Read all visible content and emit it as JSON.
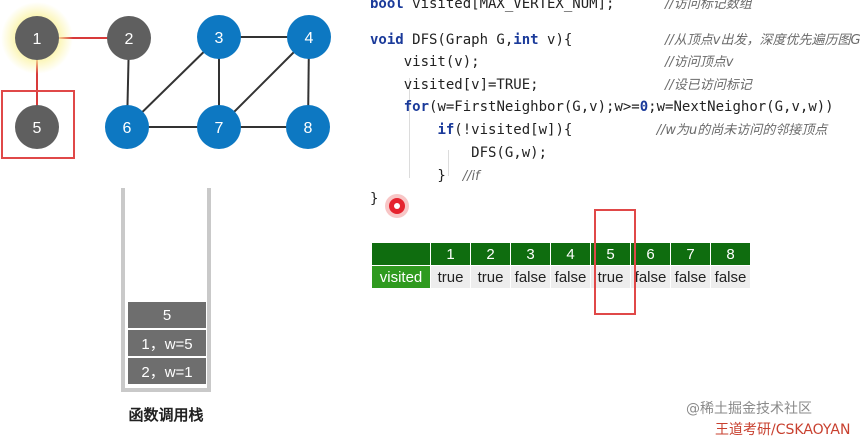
{
  "colors": {
    "visited_node": "#5f5f5f",
    "unvisited_node": "#0d78c2",
    "tree_edge": "#d83a3a",
    "normal_edge": "#333333",
    "current_glow": "#fbf3a2",
    "highlight_box": "#e04848"
  },
  "graph": {
    "nodes": [
      {
        "id": "1",
        "label": "1",
        "state": "visited"
      },
      {
        "id": "2",
        "label": "2",
        "state": "visited"
      },
      {
        "id": "3",
        "label": "3",
        "state": "unvisited"
      },
      {
        "id": "4",
        "label": "4",
        "state": "unvisited"
      },
      {
        "id": "5",
        "label": "5",
        "state": "visited"
      },
      {
        "id": "6",
        "label": "6",
        "state": "unvisited"
      },
      {
        "id": "7",
        "label": "7",
        "state": "unvisited"
      },
      {
        "id": "8",
        "label": "8",
        "state": "unvisited"
      }
    ],
    "edges": [
      {
        "from": "1",
        "to": "2",
        "tree": true
      },
      {
        "from": "1",
        "to": "5",
        "tree": true
      },
      {
        "from": "2",
        "to": "6",
        "tree": false
      },
      {
        "from": "3",
        "to": "4",
        "tree": false
      },
      {
        "from": "3",
        "to": "6",
        "tree": false
      },
      {
        "from": "3",
        "to": "7",
        "tree": false
      },
      {
        "from": "4",
        "to": "7",
        "tree": false
      },
      {
        "from": "4",
        "to": "8",
        "tree": false
      },
      {
        "from": "6",
        "to": "7",
        "tree": false
      },
      {
        "from": "7",
        "to": "8",
        "tree": false
      }
    ]
  },
  "stack": {
    "frames": [
      "5",
      "1，w=5",
      "2，w=1"
    ],
    "caption": "函数调用栈"
  },
  "code": {
    "lines": [
      [
        {
          "t": "bool",
          "c": "kw"
        },
        {
          "t": " visited[MAX_VERTEX_NUM];      "
        },
        {
          "t": "//访问标记数组",
          "c": "cm"
        }
      ],
      [],
      [
        {
          "t": "void",
          "c": "kw"
        },
        {
          "t": " DFS(Graph G,"
        },
        {
          "t": "int",
          "c": "kw"
        },
        {
          "t": " v){           "
        },
        {
          "t": "//从顶点v出发，深度优先遍历图G",
          "c": "cm"
        }
      ],
      [
        {
          "t": "    visit(v);                      "
        },
        {
          "t": "//访问顶点v",
          "c": "cm"
        }
      ],
      [
        {
          "t": "    visited[v]=TRUE;               "
        },
        {
          "t": "//设已访问标记",
          "c": "cm"
        }
      ],
      [
        {
          "t": "    "
        },
        {
          "t": "for",
          "c": "kw"
        },
        {
          "t": "(w=FirstNeighbor(G,v);w>="
        },
        {
          "t": "0",
          "c": "num"
        },
        {
          "t": ";w=NextNeighor(G,v,w))"
        }
      ],
      [
        {
          "t": "        "
        },
        {
          "t": "if",
          "c": "kw"
        },
        {
          "t": "(!visited[w]){          "
        },
        {
          "t": "//w为u的尚未访问的邻接顶点",
          "c": "cm"
        }
      ],
      [
        {
          "t": "            DFS(G,w);"
        }
      ],
      [
        {
          "t": "        }  "
        },
        {
          "t": "//if",
          "c": "cm"
        }
      ],
      [
        {
          "t": "}"
        }
      ]
    ]
  },
  "visited_table": {
    "row_label": "visited",
    "indices": [
      "1",
      "2",
      "3",
      "4",
      "5",
      "6",
      "7",
      "8"
    ],
    "values": [
      "true",
      "true",
      "false",
      "false",
      "true",
      "false",
      "false",
      "false"
    ]
  },
  "watermarks": [
    "@稀土掘金技术社区",
    "王道考研/CSKAOYAN"
  ]
}
